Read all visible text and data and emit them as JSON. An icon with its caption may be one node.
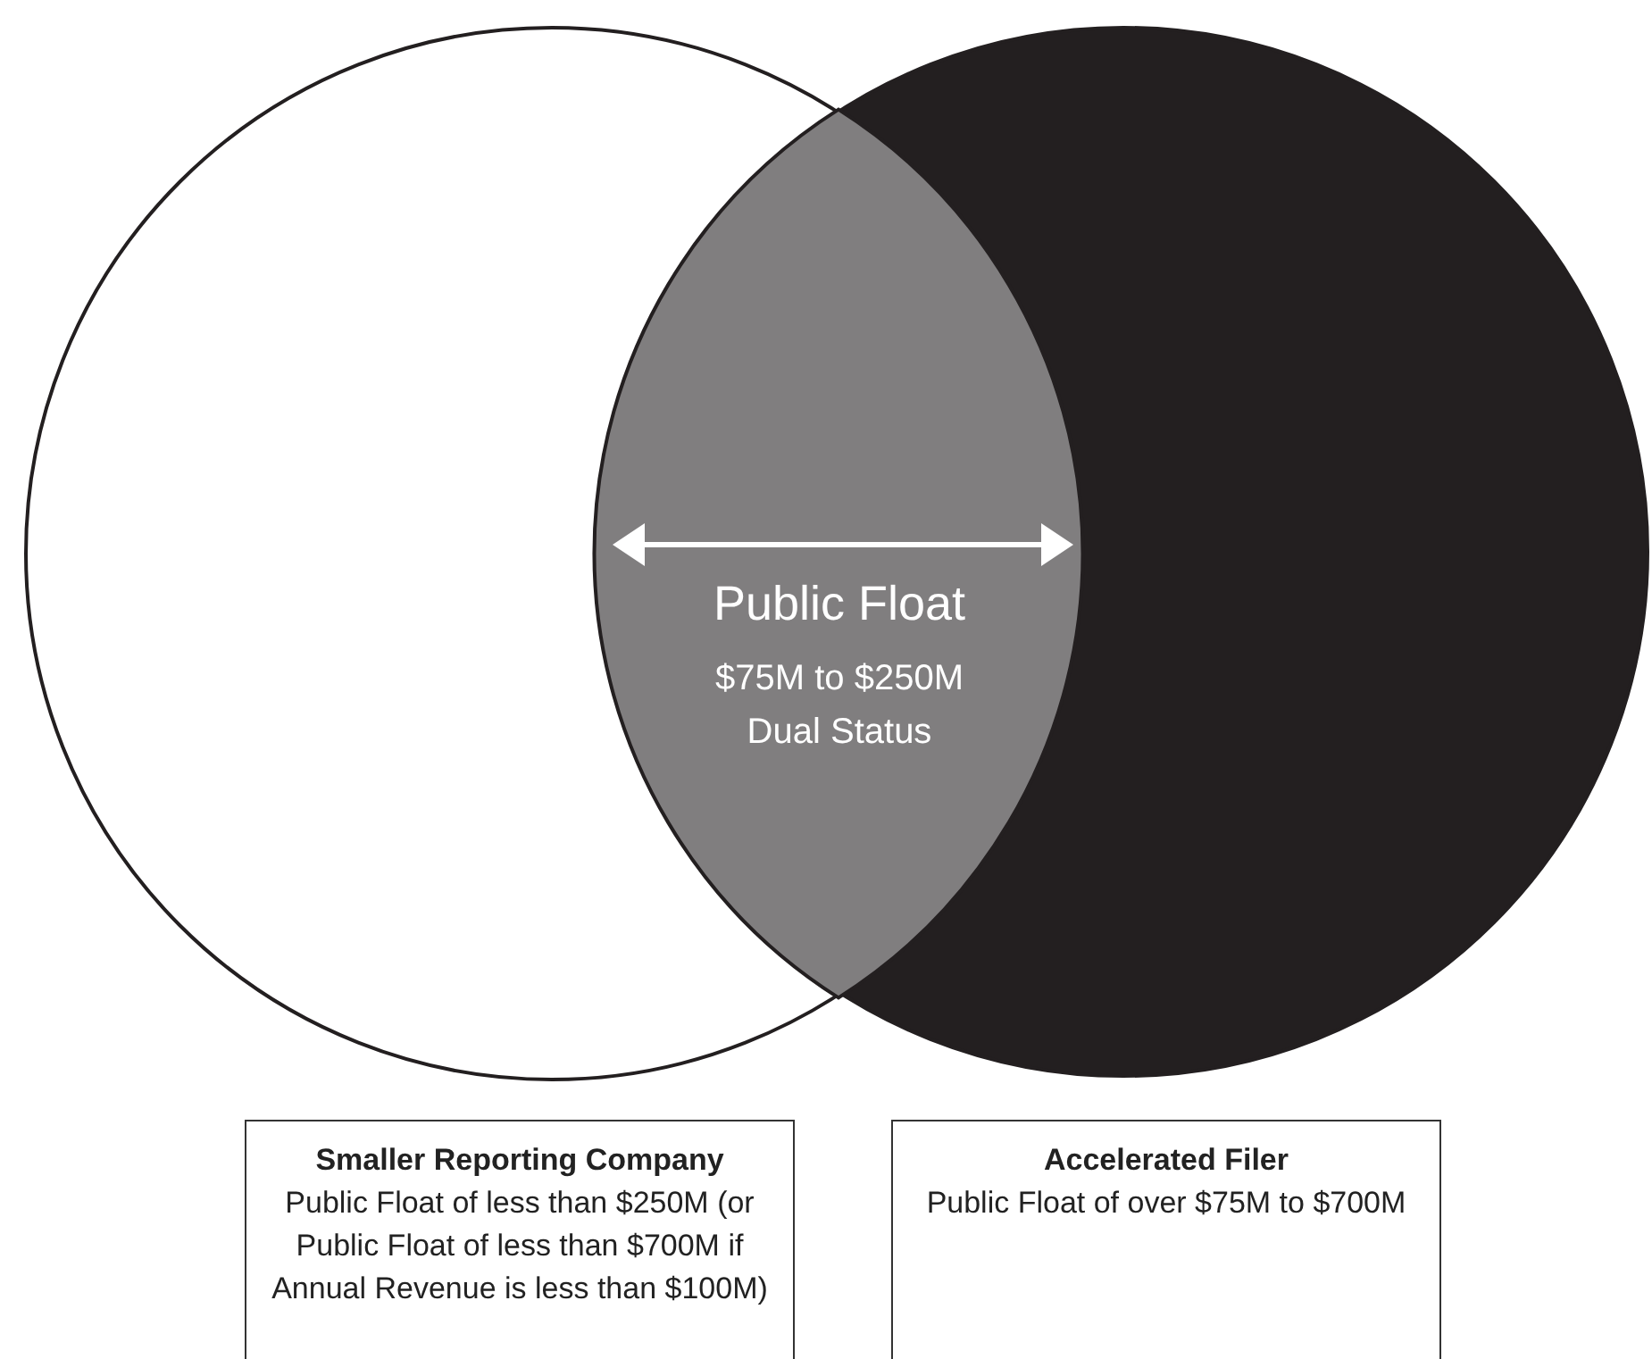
{
  "diagram": {
    "nodes": [
      {
        "text": [],
        "shape": "circle"
      },
      {
        "text": [],
        "shape": "circle"
      },
      {
        "text": [
          "Public Float",
          "$75M to $250M",
          "Dual Status"
        ]
      },
      {
        "text": [
          "Smaller Reporting Company",
          "Public Float of less than $250M (or Public Float of less than $700M if Annual Revenue is less than $100M)"
        ]
      },
      {
        "text": [
          "Accelerated Filer",
          "Public Float of over $75M to $700M"
        ]
      }
    ],
    "edges": []
  }
}
